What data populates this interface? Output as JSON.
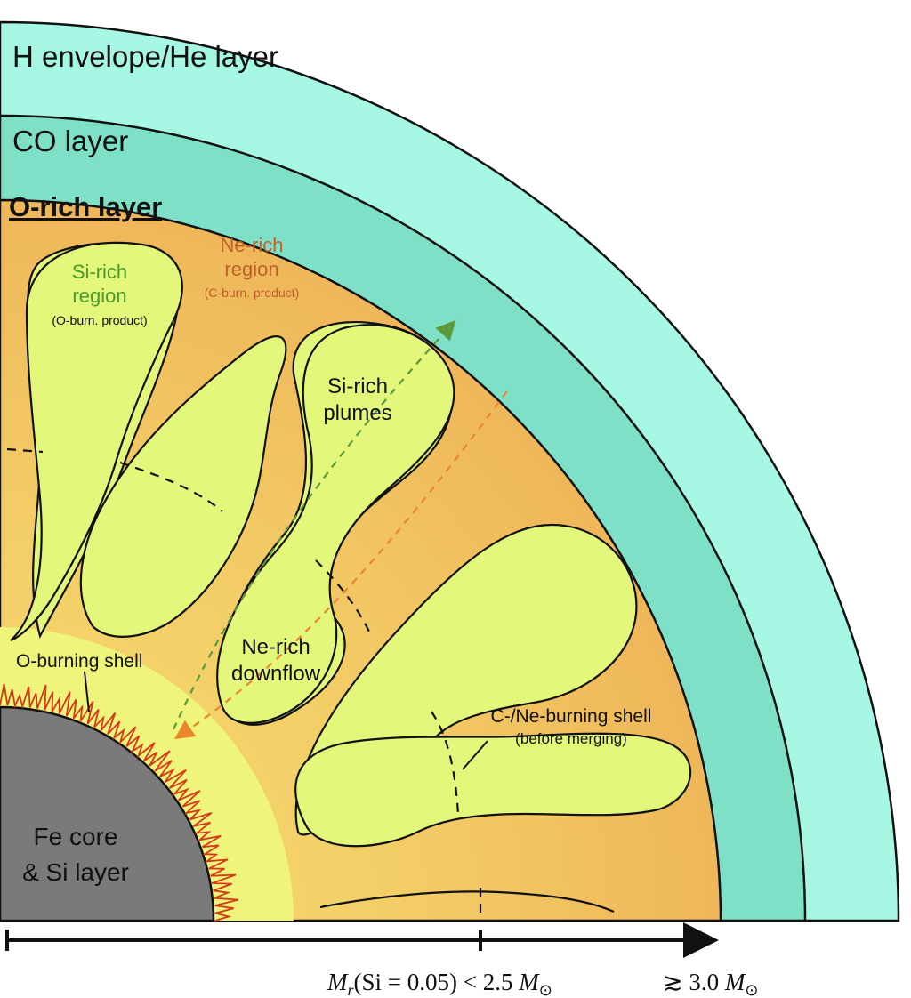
{
  "labels": {
    "h_envelope": "H envelope/He layer",
    "co_layer": "CO layer",
    "o_rich": "O-rich layer",
    "ne_rich_1": "Ne-rich",
    "ne_rich_2": "region",
    "ne_rich_sub": "(C-burn. product)",
    "si_rich_1": "Si-rich",
    "si_rich_2": "region",
    "si_rich_sub": "(O-burn. product)",
    "plumes_1": "Si-rich",
    "plumes_2": "plumes",
    "downflow_1": "Ne-rich",
    "downflow_2": "downflow",
    "o_burning": "O-burning shell",
    "cne_1": "C-/Ne-burning shell",
    "cne_2": "(before merging)",
    "fe_1": "Fe core",
    "fe_2": "& Si layer"
  },
  "scale": {
    "label_mr_a": "M",
    "label_mr_sub": "r",
    "label_mr_b": "(Si = 0.05) < 2.5 ",
    "label_mr_m": "M",
    "label_mr_sun": "⊙",
    "label_right_a": "≳ 3.0 ",
    "label_right_m": "M",
    "label_right_sun": "⊙"
  },
  "colors": {
    "h_envelope": "#a6f7e3",
    "co_layer": "#7fe0c8",
    "o_rich": "#f2c05e",
    "si_rich": "#e3f77a",
    "fe_core": "#7a7a7a",
    "burning": "#d43a1a",
    "ne_label": "#c0602a",
    "si_label": "#4a9a2a",
    "arrow_green": "#5a9a3a",
    "arrow_orange": "#e8882a"
  }
}
